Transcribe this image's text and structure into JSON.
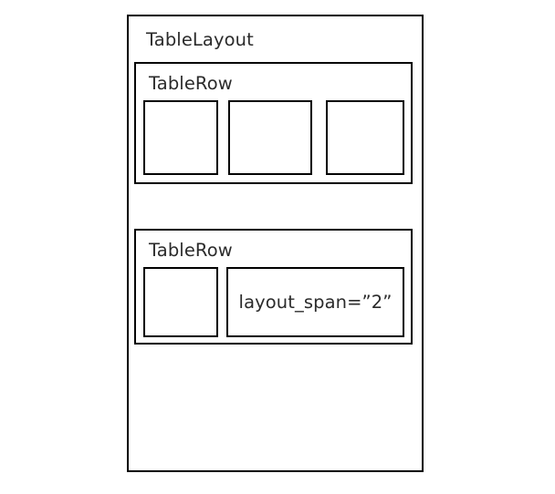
{
  "diagram": {
    "title": "TableLayout",
    "background_color": "#ffffff",
    "stroke_color": "#000000",
    "text_color": "#2b2b2b",
    "root": {
      "label": "TableLayout",
      "rows": [
        {
          "label": "TableRow",
          "cells": [
            {
              "label": ""
            },
            {
              "label": ""
            },
            {
              "label": ""
            }
          ]
        },
        {
          "label": "TableRow",
          "cells": [
            {
              "label": ""
            },
            {
              "label": "layout_span=”2”"
            }
          ]
        }
      ]
    }
  }
}
